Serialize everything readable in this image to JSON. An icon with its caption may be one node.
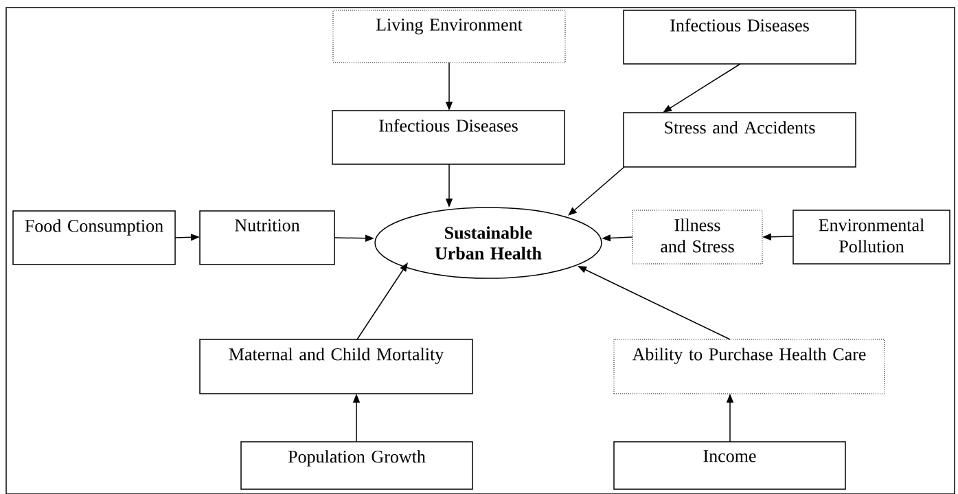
{
  "diagram": {
    "nodes": [
      {
        "text": [
          "Living Environment"
        ]
      },
      {
        "text": [
          "Infectious Diseases"
        ]
      },
      {
        "text": [
          "Infectious Diseases"
        ]
      },
      {
        "text": [
          "Stress and Accidents"
        ]
      },
      {
        "text": [
          "Food Consumption"
        ]
      },
      {
        "text": [
          "Nutrition"
        ]
      },
      {
        "text": [
          "Sustainable Urban Health"
        ]
      },
      {
        "text": [
          "Illness and Stress"
        ]
      },
      {
        "text": [
          "Environmental Pollution"
        ]
      },
      {
        "text": [
          "Maternal and Child Mortality"
        ]
      },
      {
        "text": [
          "Ability to Purchase Health Care"
        ]
      },
      {
        "text": [
          "Population Growth"
        ]
      },
      {
        "text": [
          "Income"
        ]
      }
    ],
    "edges": [
      {
        "from": 0,
        "to": 2,
        "arrow": "to"
      },
      {
        "from": 1,
        "to": 3,
        "arrow": "to"
      },
      {
        "from": 2,
        "to": 6,
        "arrow": "to"
      },
      {
        "from": 3,
        "to": 6,
        "arrow": "to"
      },
      {
        "from": 4,
        "to": 5,
        "arrow": "to"
      },
      {
        "from": 5,
        "to": 6,
        "arrow": "to"
      },
      {
        "from": 7,
        "to": 6,
        "arrow": "to"
      },
      {
        "from": 8,
        "to": 7,
        "arrow": "to"
      },
      {
        "from": 9,
        "to": 6,
        "arrow": "to"
      },
      {
        "from": 10,
        "to": 6,
        "arrow": "to"
      },
      {
        "from": 11,
        "to": 9,
        "arrow": "to"
      },
      {
        "from": 12,
        "to": 10,
        "arrow": "to"
      }
    ]
  }
}
